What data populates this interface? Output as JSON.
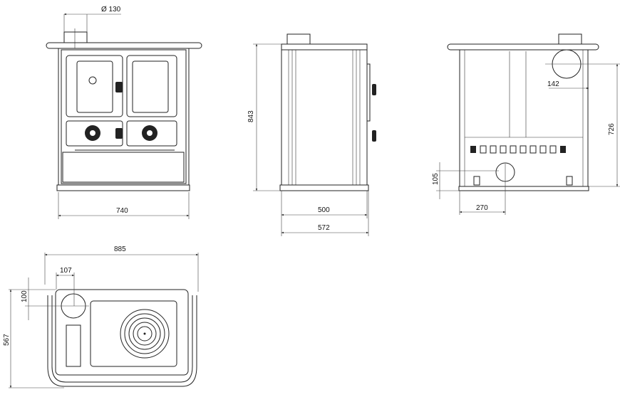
{
  "front_view": {
    "flue_diameter": "Ø 130",
    "width": "740"
  },
  "side_view": {
    "height": "843",
    "depth_body": "500",
    "depth_total": "572"
  },
  "back_view": {
    "flue_height": "726",
    "flue_offset": "142",
    "rear_outlet_height": "105",
    "rear_outlet_offset": "270"
  },
  "top_view": {
    "total_width": "885",
    "flue_offset_x": "107",
    "flue_offset_y": "100",
    "depth": "567"
  }
}
